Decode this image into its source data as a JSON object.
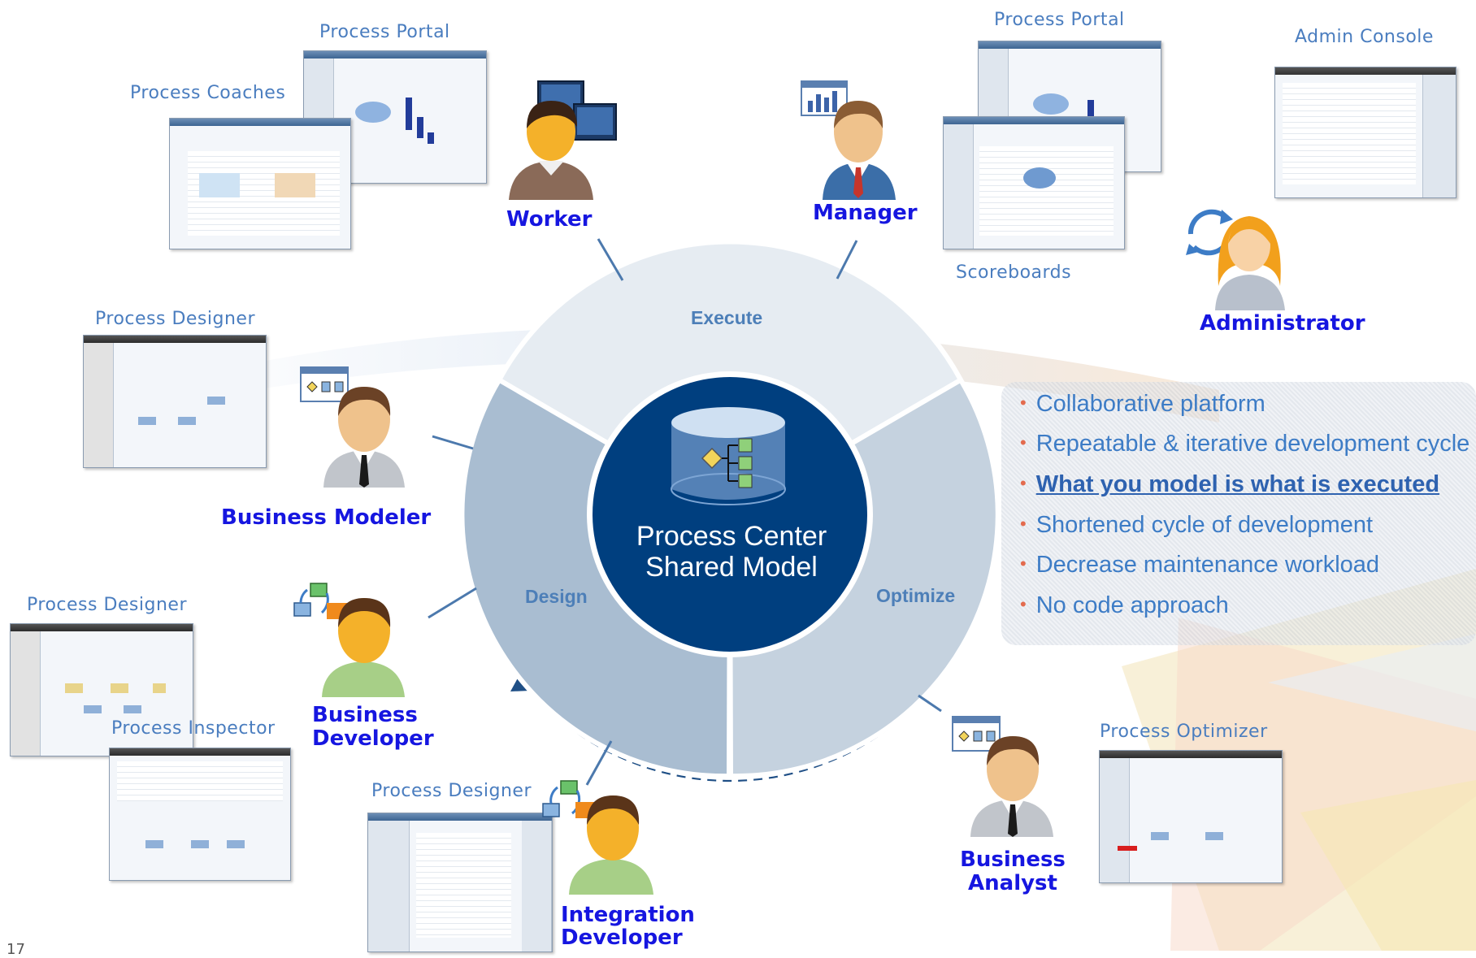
{
  "wheel": {
    "center_line1": "Process Center",
    "center_line2": "Shared Model",
    "segments": {
      "execute": "Execute",
      "design": "Design",
      "optimize": "Optimize"
    }
  },
  "tool_labels": {
    "portal_worker": "Process Portal",
    "coaches": "Process Coaches",
    "portal_manager": "Process Portal",
    "admin_console": "Admin Console",
    "scoreboards": "Scoreboards",
    "designer_modeler": "Process Designer",
    "designer_developer": "Process Designer",
    "inspector": "Process Inspector",
    "designer_integration": "Process Designer",
    "optimizer": "Process Optimizer"
  },
  "roles": {
    "worker": "Worker",
    "manager": "Manager",
    "administrator": "Administrator",
    "business_modeler": "Business Modeler",
    "business_developer_1": "Business",
    "business_developer_2": "Developer",
    "integration_developer_1": "Integration",
    "integration_developer_2": "Developer",
    "business_analyst_1": "Business",
    "business_analyst_2": "Analyst"
  },
  "bullets": [
    "Collaborative platform",
    "Repeatable & iterative development cycle",
    "What you model is what is executed",
    "Shortened cycle of development",
    "Decrease maintenance workload",
    "No code approach"
  ],
  "bullet_marker": "•",
  "page_number": "17",
  "colors": {
    "role_text": "#1616e0",
    "tool_label": "#4a7dbf",
    "center_circle": "#003f7f",
    "segment_execute": "#e6ecf2",
    "segment_design": "#a9bdd1",
    "segment_optimize": "#c5d2df",
    "bullet_text": "#3d7cc6",
    "bullet_marker": "#e36b4e"
  },
  "icons": [
    "database-icon",
    "person-icon",
    "monitor-icon",
    "chart-icon",
    "flow-icon",
    "cycle-arrows-icon"
  ]
}
